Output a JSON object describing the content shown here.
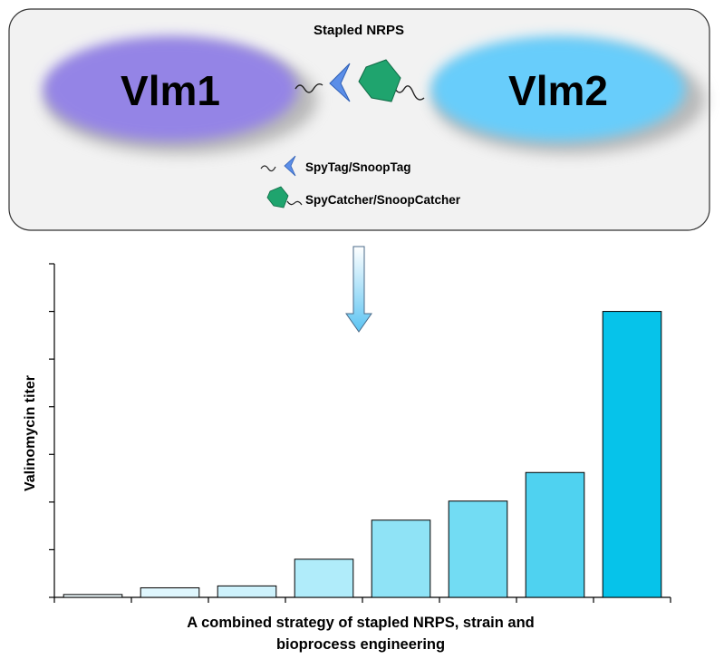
{
  "diagram": {
    "title": "Stapled NRPS",
    "module1": "Vlm1",
    "module2": "Vlm2",
    "legend": [
      {
        "icon": "spytag-chevron-icon",
        "label": "SpyTag/SnoopTag"
      },
      {
        "icon": "spycatcher-pentagon-icon",
        "label": "SpyCatcher/SnoopCatcher"
      }
    ],
    "colors": {
      "vlm1": "#9484e6",
      "vlm2": "#67cdfb",
      "tag": "#5b8ee8",
      "catcher": "#1fa46e",
      "panel": "#f2f2f2"
    }
  },
  "chart_data": {
    "type": "bar",
    "ylabel": "Valinomycin titer",
    "xlabel": "A combined strategy of stapled NRPS, strain and bioprocess engineering",
    "ylim": [
      0,
      7
    ],
    "yticks": [
      0,
      1,
      2,
      3,
      4,
      5,
      6,
      7
    ],
    "values": [
      0.06,
      0.2,
      0.24,
      0.8,
      1.62,
      2.02,
      2.62,
      6.0
    ],
    "colors": [
      "#effbfe",
      "#dff6fd",
      "#cef2fc",
      "#b0ecfa",
      "#8fe3f6",
      "#72dcf3",
      "#4fd2f0",
      "#06c3ea"
    ]
  }
}
